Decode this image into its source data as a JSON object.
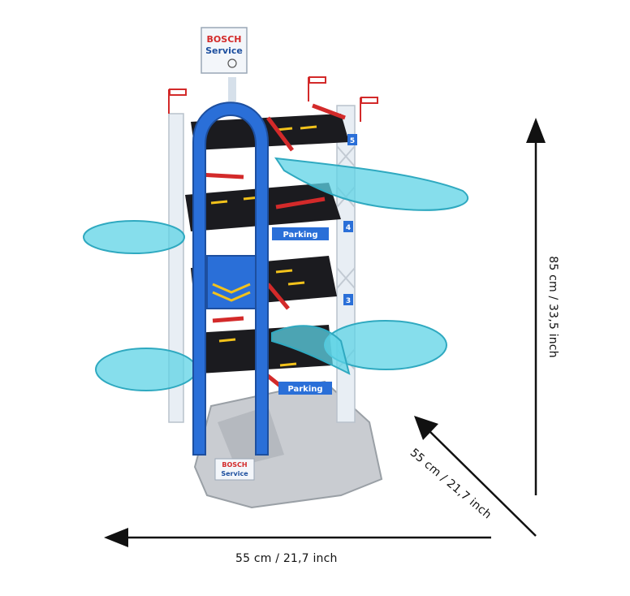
{
  "product": {
    "brand_sign": {
      "brand": "BOSCH",
      "service": "Service"
    },
    "base_sign": {
      "brand": "BOSCH",
      "service": "Service"
    },
    "parking_labels": [
      "Parking",
      "Parking"
    ],
    "level_numbers": [
      "5",
      "4",
      "3"
    ],
    "colors": {
      "tower_blue": "#2a6fd8",
      "ramp_cyan": "#5ed3e6",
      "deck_black": "#1b1b1f",
      "accent_red": "#d32a2a",
      "lane_yellow": "#f2c21b",
      "frame_white": "#e8eef4",
      "base_grey": "#c9ccd1"
    }
  },
  "dimensions": {
    "width": "55 cm / 21,7 inch",
    "depth": "55 cm / 21,7 inch",
    "height": "85 cm / 33,5 inch"
  }
}
